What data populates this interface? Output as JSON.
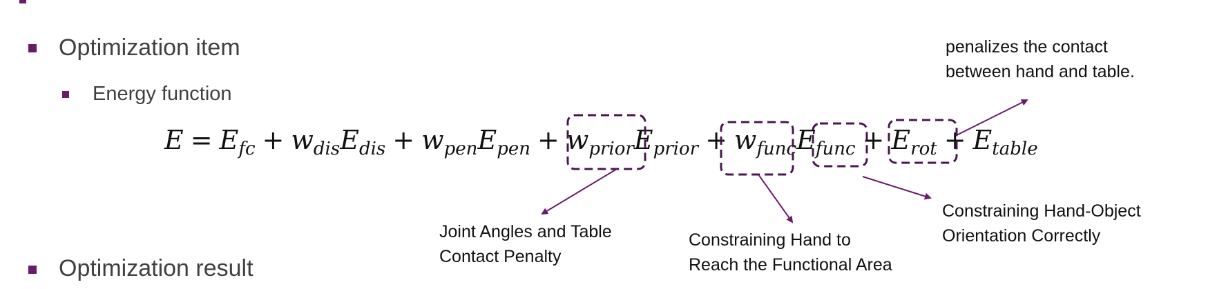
{
  "bullets": {
    "item1": "Optimization item",
    "item1_sub": "Energy function",
    "item2": "Optimization result"
  },
  "equation": {
    "lhs": "E",
    "eq": "=",
    "t1": "E",
    "t1_sub": "fc",
    "plus1": "+",
    "w_dis": "w",
    "w_dis_sub": "dis",
    "e_dis": "E",
    "e_dis_sub": "dis",
    "plus2": "+",
    "w_pen": "w",
    "w_pen_sub": "pen",
    "e_pen": "E",
    "e_pen_sub": "pen",
    "plus3": "+",
    "w_prior": "w",
    "w_prior_sub": "prior",
    "e_prior": "E",
    "e_prior_sub": "prior",
    "plus4": "+",
    "w_func": "w",
    "w_func_sub": "func",
    "e_func": "E",
    "e_func_sub": "func",
    "plus5": "+",
    "e_rot": "E",
    "e_rot_sub": "rot",
    "plus6": "+",
    "e_table": "E",
    "e_table_sub": "table"
  },
  "annotations": {
    "table_line1": "penalizes the contact",
    "table_line2": "between hand and table.",
    "prior_line1": "Joint Angles and Table",
    "prior_line2": "Contact Penalty",
    "func_line1": "Constraining Hand to",
    "func_line2": "Reach the Functional Area",
    "rot_line1": "Constraining Hand-Object",
    "rot_line2": "Orientation Correctly"
  },
  "colors": {
    "accent": "#6a1a6a",
    "text": "#404040",
    "equation": "#111111"
  }
}
